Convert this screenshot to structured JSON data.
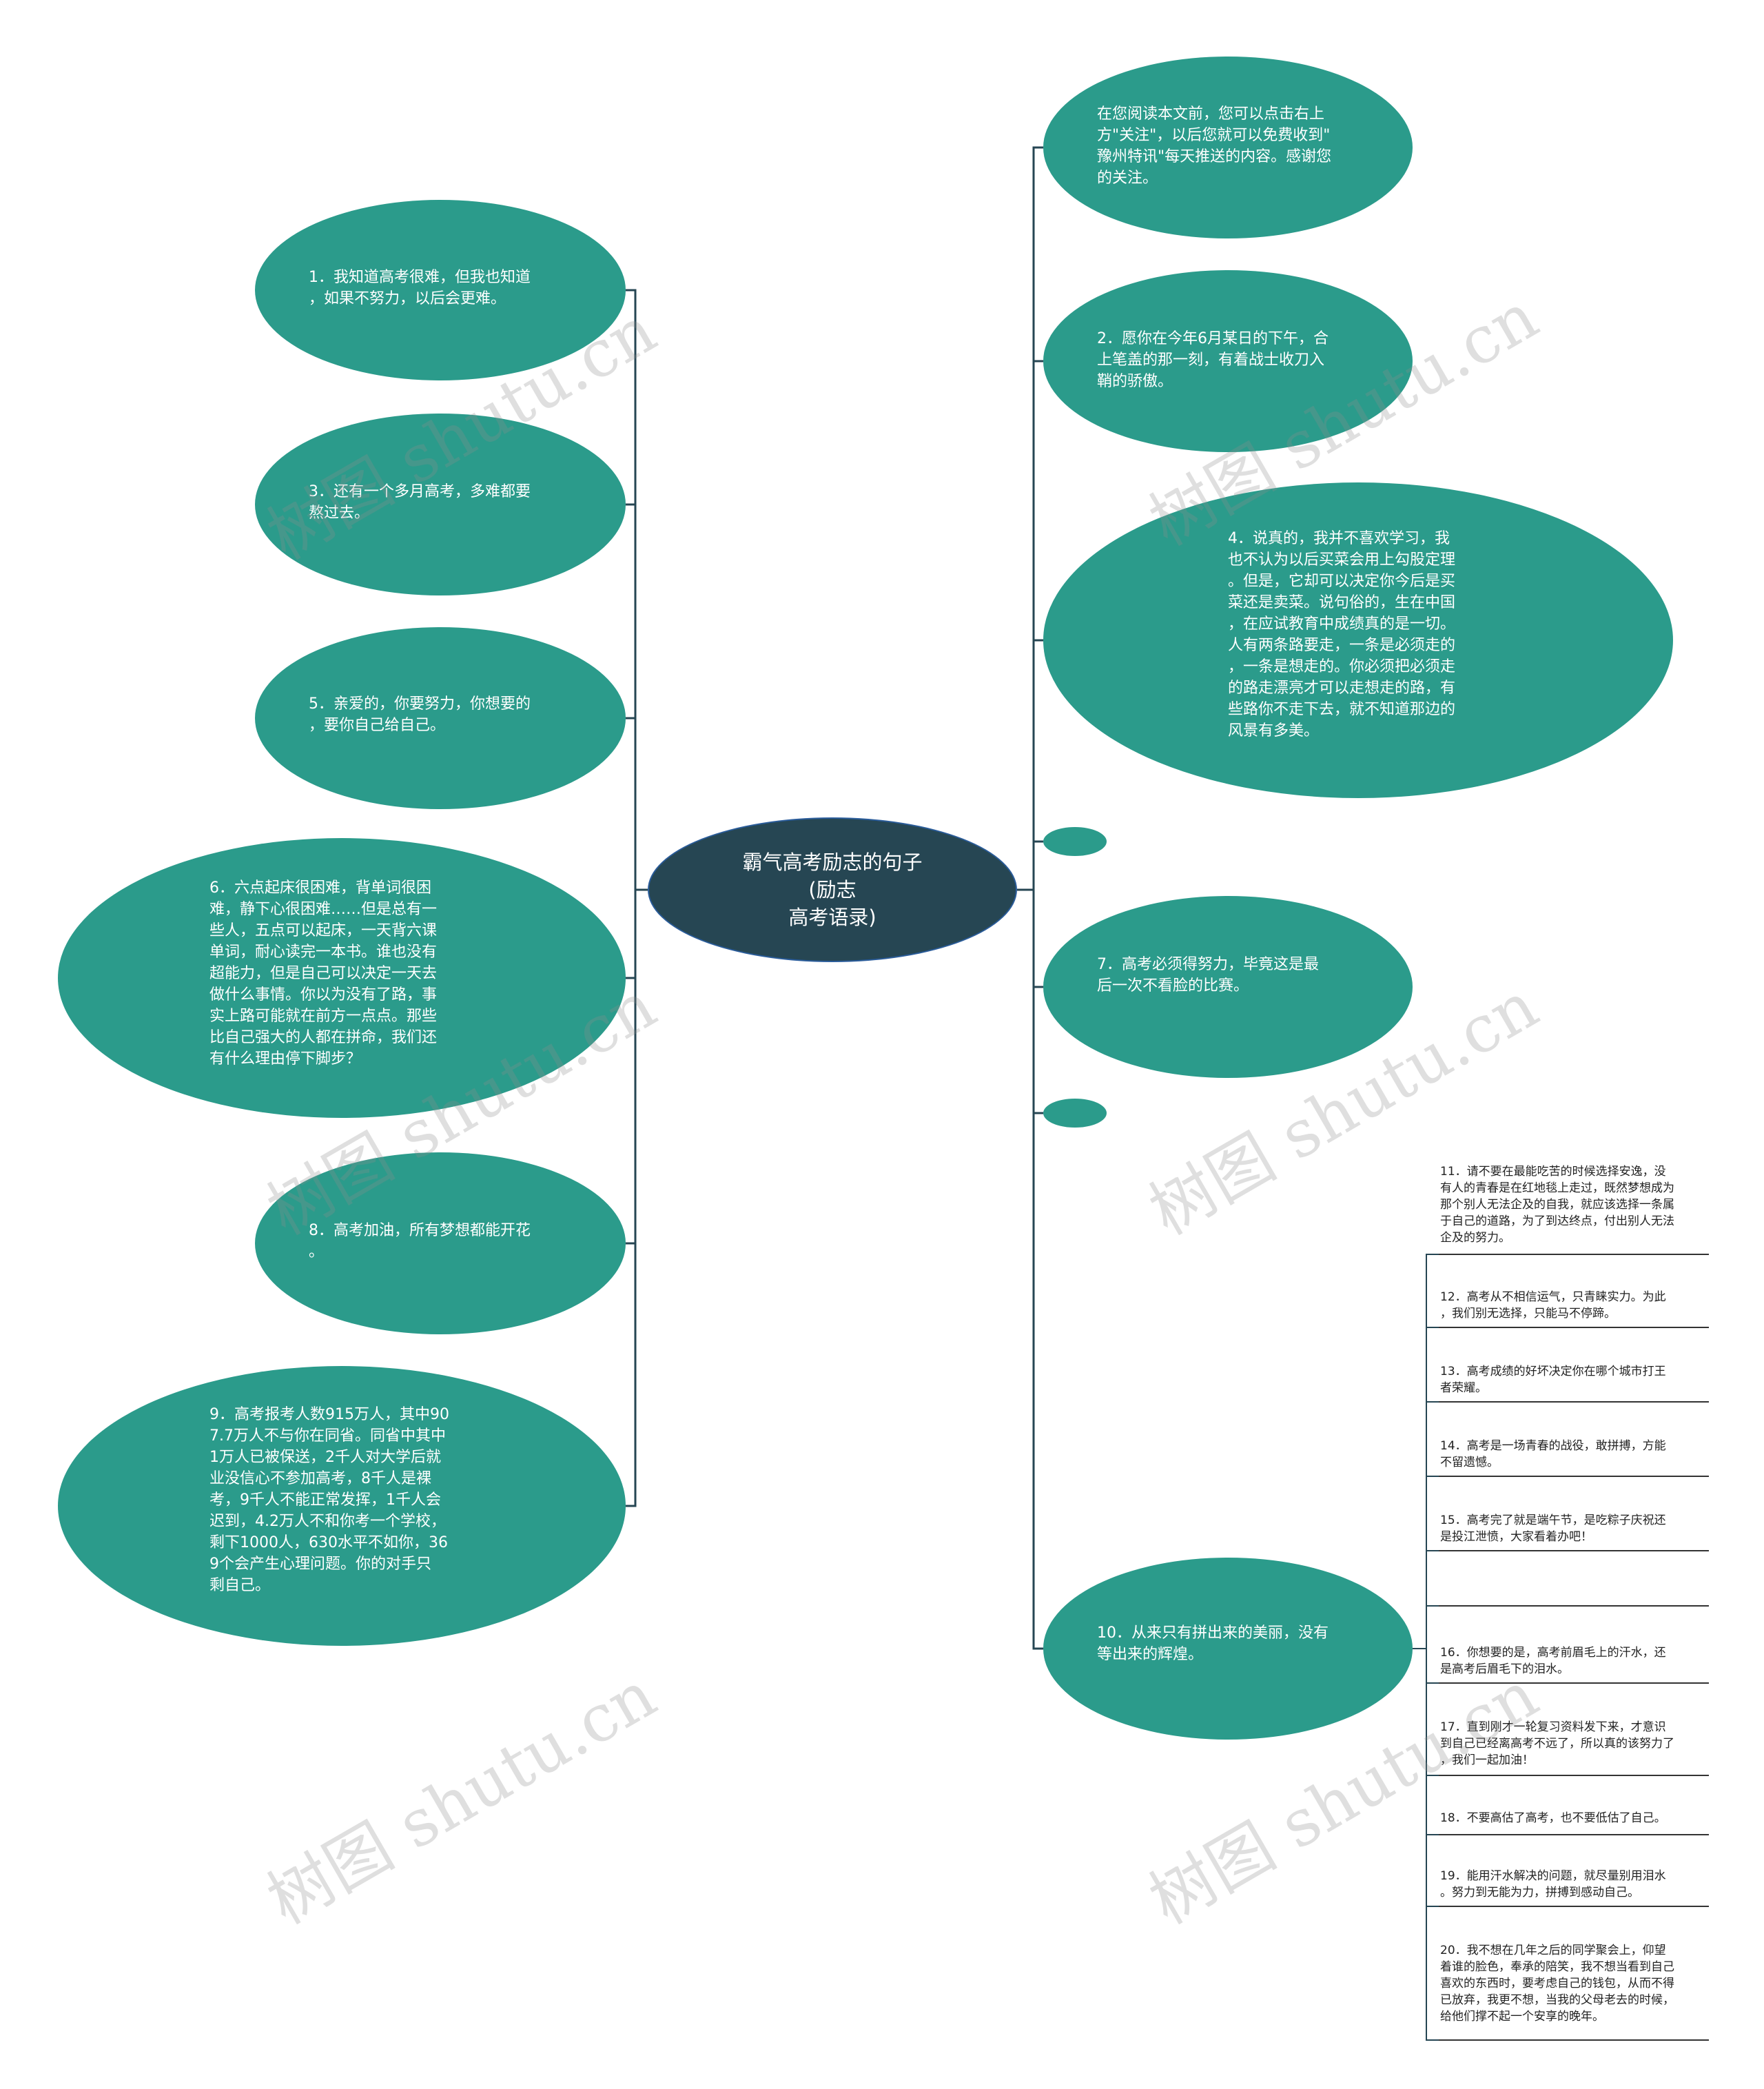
{
  "center": {
    "label": "霸气高考励志的句子(励志\n高考语录)"
  },
  "left_nodes": [
    {
      "text": "1．我知道高考很难，但我也知道\n，如果不努力，以后会更难。"
    },
    {
      "text": "3．还有一个多月高考，多难都要\n熬过去。"
    },
    {
      "text": "5．亲爱的，你要努力，你想要的\n，要你自己给自己。"
    },
    {
      "text": "6．六点起床很困难，背单词很困\n难，静下心很困难……但是总有一\n些人，五点可以起床，一天背六课\n单词，耐心读完一本书。谁也没有\n超能力，但是自己可以决定一天去\n做什么事情。你以为没有了路，事\n实上路可能就在前方一点点。那些\n比自己强大的人都在拼命，我们还\n有什么理由停下脚步？"
    },
    {
      "text": "8．高考加油，所有梦想都能开花\n。"
    },
    {
      "text": "9．高考报考人数915万人，其中90\n7.7万人不与你在同省。同省中其中\n1万人已被保送，2千人对大学后就\n业没信心不参加高考，8千人是裸\n考，9千人不能正常发挥，1千人会\n迟到，4.2万人不和你考一个学校，\n剩下1000人，630水平不如你，36\n9个会产生心理问题。你的对手只\n剩自己。"
    }
  ],
  "right_nodes": [
    {
      "text": "在您阅读本文前，您可以点击右上\n方\"关注\"，以后您就可以免费收到\"\n豫州特讯\"每天推送的内容。感谢您\n的关注。"
    },
    {
      "text": "2．愿你在今年6月某日的下午，合\n上笔盖的那一刻，有着战士收刀入\n鞘的骄傲。"
    },
    {
      "text": "4．说真的，我并不喜欢学习，我\n也不认为以后买菜会用上勾股定理\n。但是，它却可以决定你今后是买\n菜还是卖菜。说句俗的，生在中国\n，在应试教育中成绩真的是一切。\n人有两条路要走，一条是必须走的\n，一条是想走的。你必须把必须走\n的路走漂亮才可以走想走的路，有\n些路你不走下去，就不知道那边的\n风景有多美。"
    },
    {
      "text": ""
    },
    {
      "text": "7．高考必须得努力，毕竟这是最\n后一次不看脸的比赛。"
    },
    {
      "text": ""
    },
    {
      "text": "10．从来只有拼出来的美丽，没有\n等出来的辉煌。"
    }
  ],
  "sub_leaves": [
    {
      "text": "11．请不要在最能吃苦的时候选择安逸，没\n有人的青春是在红地毯上走过，既然梦想成为\n那个别人无法企及的自我，就应该选择一条属\n于自己的道路，为了到达终点，付出别人无法\n企及的努力。"
    },
    {
      "text": "12．高考从不相信运气，只青睐实力。为此\n，我们别无选择，只能马不停蹄。"
    },
    {
      "text": "13．高考成绩的好坏决定你在哪个城市打王\n者荣耀。"
    },
    {
      "text": "14．高考是一场青春的战役，敢拼搏，方能\n不留遗憾。"
    },
    {
      "text": "15．高考完了就是端午节，是吃粽子庆祝还\n是投江泄愤，大家看着办吧！"
    },
    {
      "text": ""
    },
    {
      "text": "16．你想要的是，高考前眉毛上的汗水，还\n是高考后眉毛下的泪水。"
    },
    {
      "text": "17．直到刚才一轮复习资料发下来，才意识\n到自己已经离高考不远了，所以真的该努力了\n，我们一起加油！"
    },
    {
      "text": "18．不要高估了高考，也不要低估了自己。"
    },
    {
      "text": "19．能用汗水解决的问题，就尽量别用泪水\n。努力到无能为力，拼搏到感动自己。"
    },
    {
      "text": "20．我不想在几年之后的同学聚会上，仰望\n着谁的脸色，奉承的陪笑，我不想当看到自己\n喜欢的东西时，要考虑自己的钱包，从而不得\n已放弃，我更不想，当我的父母老去的时候，\n给他们撑不起一个安享的晚年。"
    }
  ],
  "watermark": "树图 shutu.cn",
  "colors": {
    "node": "#2b9b8b",
    "center": "#264653",
    "line": "#264653",
    "text_on_node": "#ffffff"
  }
}
